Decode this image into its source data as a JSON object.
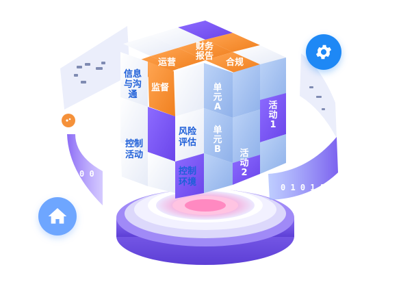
{
  "cube": {
    "top_faces": [
      "财务报告",
      "运营",
      "合规",
      "监督"
    ],
    "left_faces": [
      "信息与沟通",
      "控制活动"
    ],
    "front_faces": [
      "单元A",
      "风险评估",
      "单元B",
      "控制环境"
    ],
    "right_faces": [
      "活动1",
      "活动2"
    ]
  },
  "ring_text": {
    "left": "0 0",
    "right": "0 1 0 1 1"
  },
  "colors": {
    "purple": "#7b5cf0",
    "orange": "#f5913a",
    "blue_text": "#1e5fd8",
    "gear": "#1e88f5",
    "home": "#6ea6ff"
  },
  "icons": {
    "settings": "gear-icon",
    "home": "home-icon",
    "dots": "dots-icon"
  }
}
